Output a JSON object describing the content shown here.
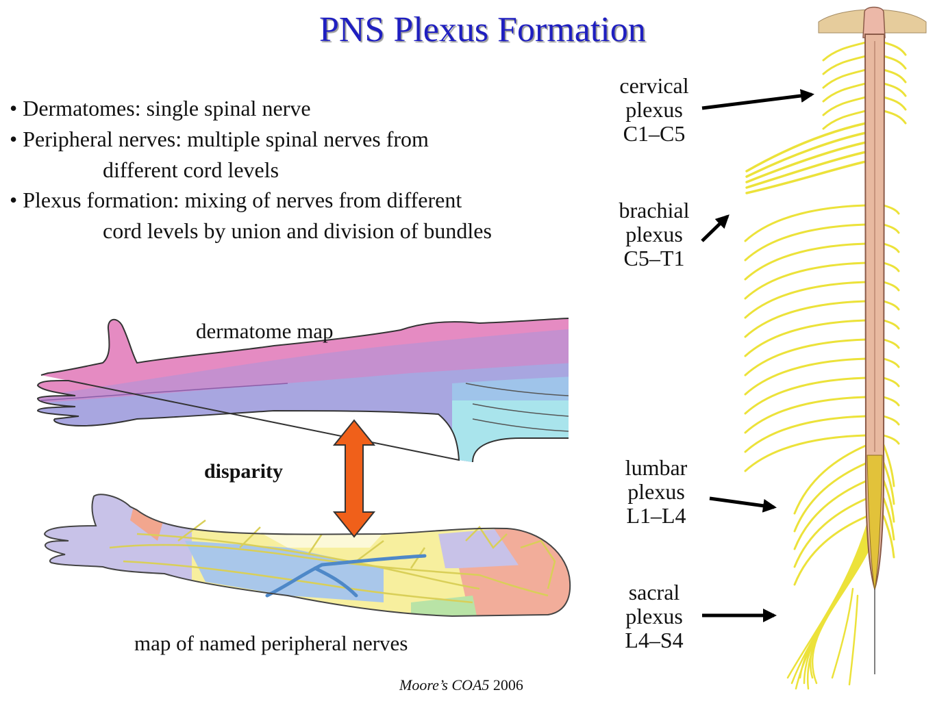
{
  "slide": {
    "title": "PNS Plexus Formation",
    "bullets": [
      {
        "line1": "• Dermatomes: single spinal nerve",
        "line2": ""
      },
      {
        "line1": "• Peripheral nerves: multiple spinal nerves from",
        "line2": "different cord levels"
      },
      {
        "line1": "• Plexus formation: mixing of nerves from different",
        "line2": "cord levels by union and division of bundles"
      }
    ]
  },
  "arm_figure": {
    "dermatome_label": "dermatome map",
    "disparity_label": "disparity",
    "peripheral_label": "map of named peripheral nerves",
    "arrow_color": "#f0601a",
    "dermatome_colors": [
      "#e58bc2",
      "#c590cf",
      "#a8a6e0",
      "#9fc4ea",
      "#a9e4ec"
    ],
    "nerve_color": "#d9cf58"
  },
  "spinal_cord": {
    "nerve_color": "#ece23a",
    "cord_color": "#e8b9a0",
    "plexuses": [
      {
        "name": "cervical",
        "word": "plexus",
        "range": "C1–C5"
      },
      {
        "name": "brachial",
        "word": "plexus",
        "range": "C5–T1"
      },
      {
        "name": "lumbar",
        "word": "plexus",
        "range": "L1–L4"
      },
      {
        "name": "sacral",
        "word": "plexus",
        "range": "L4–S4"
      }
    ]
  },
  "credit": {
    "source": "Moore’s COA5",
    "year": "2006"
  }
}
